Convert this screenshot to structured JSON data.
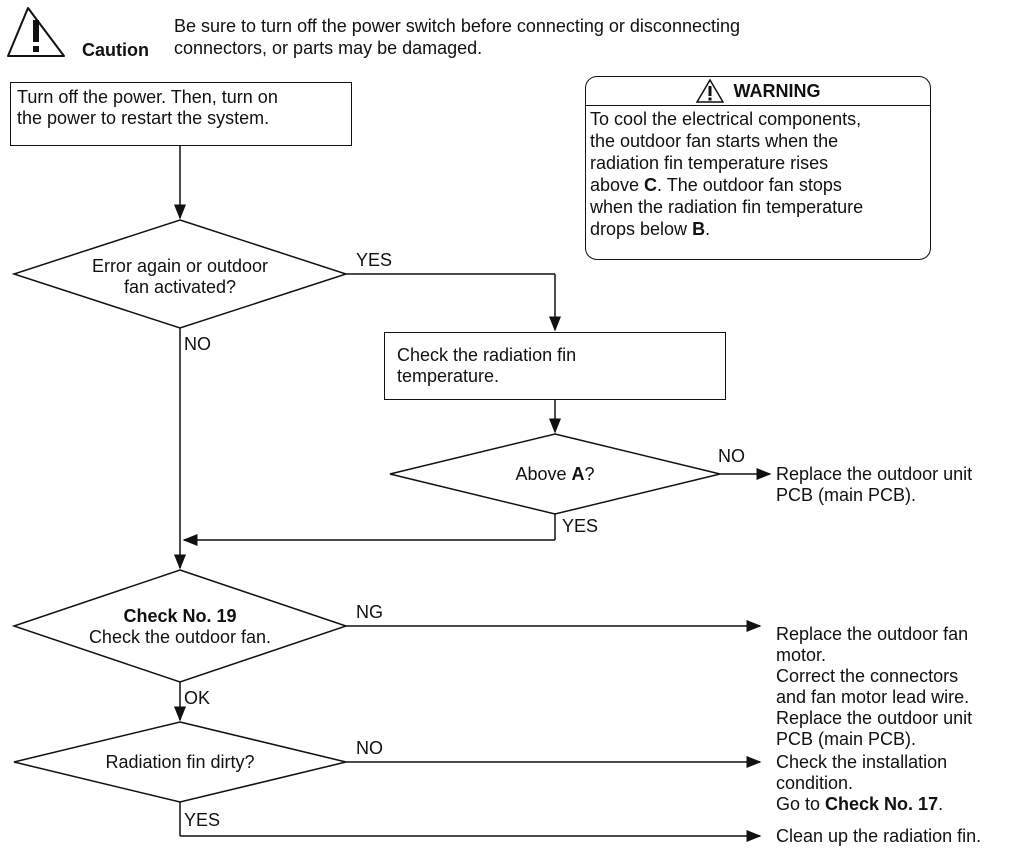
{
  "caution": {
    "label": "Caution",
    "line1": "Be sure to turn off the power switch before connecting or disconnecting",
    "line2": "connectors, or parts may be damaged."
  },
  "warning": {
    "title": "WARNING",
    "line1": "To cool the electrical components,",
    "line2": "the outdoor fan starts when the",
    "line3": "radiation fin temperature rises",
    "line4_pre": "above ",
    "line4_bold": "C",
    "line4_post": ". The outdoor fan stops",
    "line5": "when the radiation fin temperature",
    "line6_pre": "drops below ",
    "line6_bold": "B",
    "line6_post": "."
  },
  "steps": {
    "restart_line1": "Turn off the power. Then, turn on",
    "restart_line2": "the power to restart the system.",
    "check_fin_line1": "Check the radiation fin",
    "check_fin_line2": "temperature."
  },
  "decisions": {
    "error_again_line1": "Error again or outdoor",
    "error_again_line2": "fan activated?",
    "above_a_pre": "Above ",
    "above_a_bold": "A",
    "above_a_post": "?",
    "check19_title": "Check No. 19",
    "check19_text": "Check the outdoor fan.",
    "fin_dirty": "Radiation fin dirty?"
  },
  "branch_labels": {
    "yes1": "YES",
    "no1": "NO",
    "no2": "NO",
    "yes2": "YES",
    "ng": "NG",
    "ok": "OK",
    "no3": "NO",
    "yes3": "YES"
  },
  "results": {
    "replace_pcb_line1": "Replace the outdoor unit",
    "replace_pcb_line2": "PCB (main PCB).",
    "fan_motor_line1": "Replace the outdoor fan",
    "fan_motor_line2": "motor.",
    "fan_motor_line3": "Correct the connectors",
    "fan_motor_line4": "and fan motor lead wire.",
    "fan_motor_line5": "Replace the outdoor unit",
    "fan_motor_line6": "PCB (main PCB).",
    "install_line1": "Check the installation",
    "install_line2": "condition.",
    "install_line3_pre": "Go to ",
    "install_line3_bold": "Check No. 17",
    "install_line3_post": ".",
    "clean": "Clean up the radiation fin."
  }
}
